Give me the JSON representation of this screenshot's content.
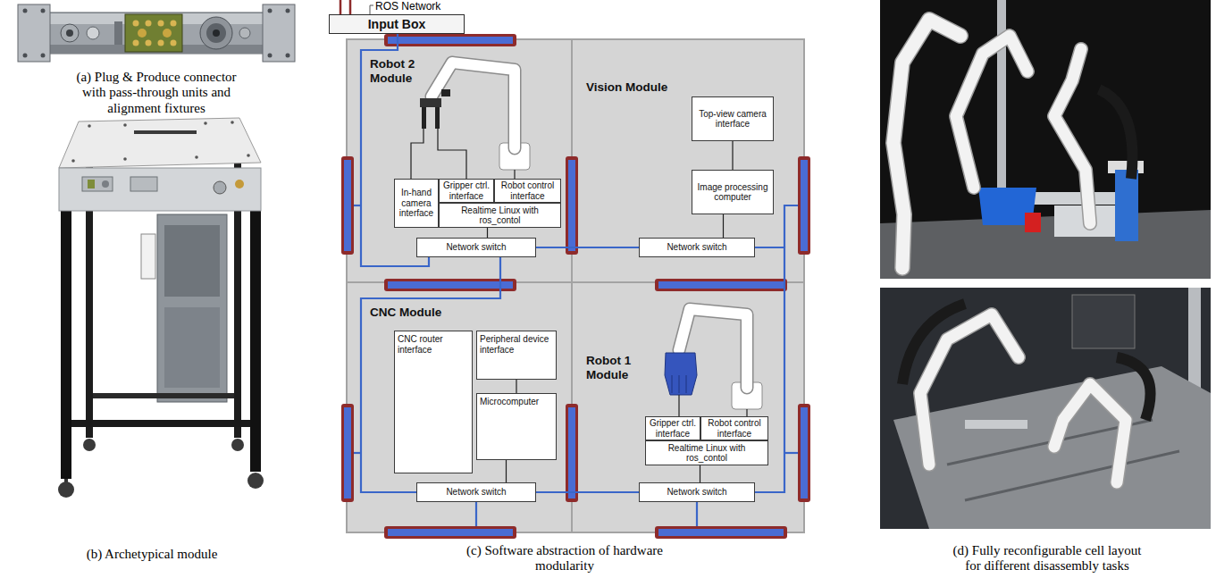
{
  "diagram": {
    "nodes": [
      {
        "text": [
          "Input Box"
        ]
      },
      {
        "text": [
          "Robot 2 Module"
        ]
      },
      {
        "text": [
          "In-hand camera interface"
        ],
        "in": 1
      },
      {
        "text": [
          "Gripper ctrl. interface"
        ],
        "in": 1
      },
      {
        "text": [
          "Robot control interface"
        ],
        "in": 1
      },
      {
        "text": [
          "Realtime Linux with ros_contol"
        ],
        "in": 1
      },
      {
        "text": [
          "Network switch"
        ],
        "in": 1
      },
      {
        "text": [
          "Vision Module"
        ]
      },
      {
        "text": [
          "Top-view camera interface"
        ],
        "in": 7
      },
      {
        "text": [
          "Image processing computer"
        ],
        "in": 7
      },
      {
        "text": [
          "Network switch"
        ],
        "in": 7
      },
      {
        "text": [
          "CNC Module"
        ]
      },
      {
        "text": [
          "CNC router interface"
        ],
        "in": 11
      },
      {
        "text": [
          "Peripheral device interface"
        ],
        "in": 11
      },
      {
        "text": [
          "Microcomputer"
        ],
        "in": 11
      },
      {
        "text": [
          "Network switch"
        ],
        "in": 11
      },
      {
        "text": [
          "Robot 1 Module"
        ]
      },
      {
        "text": [
          "Gripper ctrl. interface"
        ],
        "in": 16
      },
      {
        "text": [
          "Robot control interface"
        ],
        "in": 16
      },
      {
        "text": [
          "Realtime Linux with ros_contol"
        ],
        "in": 16
      },
      {
        "text": [
          "Network switch"
        ],
        "in": 16
      }
    ],
    "edges": [
      {
        "from": 0,
        "to": 6,
        "arrow": "none"
      },
      {
        "from": 6,
        "to": 10,
        "arrow": "none"
      },
      {
        "from": 6,
        "to": 15,
        "arrow": "none"
      },
      {
        "from": 10,
        "to": 20,
        "arrow": "none"
      },
      {
        "from": 15,
        "to": 20,
        "arrow": "none"
      },
      {
        "from": 5,
        "to": 6,
        "arrow": "none"
      },
      {
        "from": 8,
        "to": 9,
        "arrow": "none"
      },
      {
        "from": 9,
        "to": 10,
        "arrow": "none"
      },
      {
        "from": 13,
        "to": 14,
        "arrow": "none"
      },
      {
        "from": 14,
        "to": 15,
        "arrow": "none"
      },
      {
        "from": 19,
        "to": 20,
        "arrow": "none"
      }
    ],
    "labels": [
      "(a) Plug & Produce connector with pass-through units and alignment fixtures",
      "ROS Network",
      "(b) Archetypical module",
      "(c) Software abstraction of hardware modularity",
      "(d) Fully reconfigurable cell layout for different disassembly tasks"
    ]
  }
}
